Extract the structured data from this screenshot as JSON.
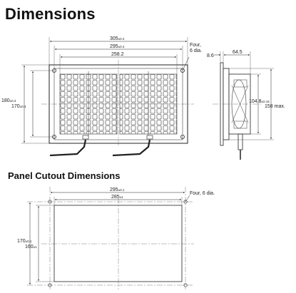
{
  "title": "Dimensions",
  "cutout_title": "Panel Cutout Dimensions",
  "front_view": {
    "width_overall": "305",
    "width_overall_tol": "±0.4",
    "hole_pitch": "295",
    "hole_pitch_tol": "±0.4",
    "inner_width": "258.2",
    "height_overall": "180",
    "height_overall_tol": "±0.3",
    "hole_pitch_v": "170",
    "hole_pitch_v_tol": "±0.3",
    "hole_note_1": "Four,",
    "hole_note_2": "6 dia."
  },
  "side_view": {
    "flange": "8.6",
    "depth": "64.5",
    "inner_height": "104.8",
    "inner_height_tol": "±0.15",
    "max_height": "158 max."
  },
  "cutout": {
    "pitch_h": "295",
    "pitch_h_tol": "±0.1",
    "opening_w": "285",
    "opening_w_tol": "±1",
    "pitch_v": "170",
    "pitch_v_tol": "±0.1",
    "opening_h": "160",
    "opening_h_tol": "±1",
    "hole_note": "Four, 6 dia."
  }
}
